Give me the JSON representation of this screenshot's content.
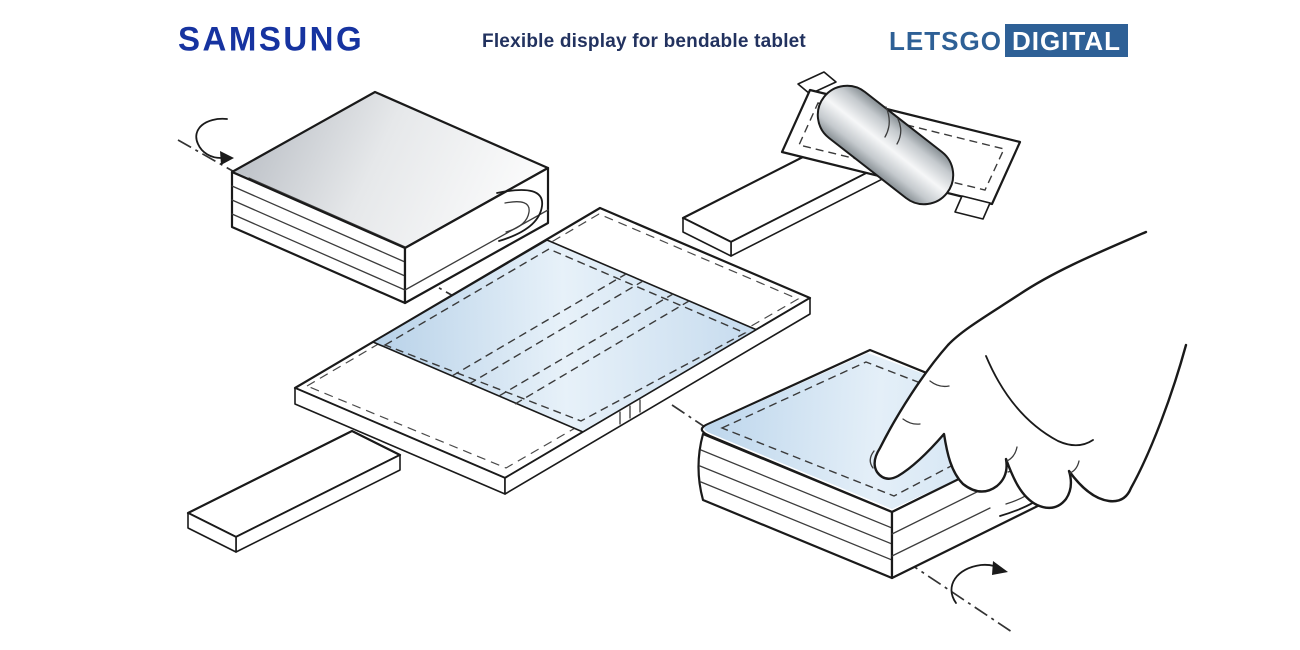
{
  "header": {
    "samsung_logo": "SAMSUNG",
    "title": "Flexible display for bendable tablet",
    "letsgo_logo": {
      "text_plain": "LETSGO",
      "text_boxed": "DIGITAL"
    }
  },
  "colors": {
    "samsung_blue": "#1633a0",
    "title_navy": "#22325f",
    "letsgo_blue": "#2e6096",
    "line_ink": "#1a1a1a",
    "screen_blue": "#b7d1e8",
    "screen_blue_light": "#e7f1f9"
  },
  "illustration": {
    "alt": "Patent-style exploded drawing of a Samsung bendable tablet with flexible display",
    "components": [
      {
        "id": "fold-axis-line-left",
        "label": "fold axis (dash-dot line)"
      },
      {
        "id": "folded-device-top-left",
        "label": "tablet folded closed"
      },
      {
        "id": "rotation-arrow-left",
        "label": "fold direction arrow"
      },
      {
        "id": "cover-bar-top",
        "label": "cover plate"
      },
      {
        "id": "rolled-display-sheet",
        "label": "flexible display sheet partially rolled"
      },
      {
        "id": "tablet-exploded-center",
        "label": "tablet body with flexible display and fold lines"
      },
      {
        "id": "cover-bar-bottom-left",
        "label": "cover plate"
      },
      {
        "id": "fold-axis-line-right",
        "label": "fold axis (dash-dot line)"
      },
      {
        "id": "folded-device-bottom-right",
        "label": "tablet folded with display outside"
      },
      {
        "id": "rotation-arrow-right",
        "label": "fold direction arrow"
      },
      {
        "id": "hand-pressing",
        "label": "hand pressing finger on folded tablet"
      }
    ]
  }
}
